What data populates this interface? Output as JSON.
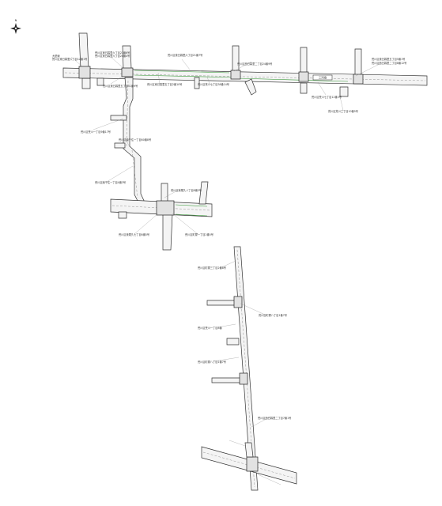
{
  "compass": {
    "letter": "N",
    "icon": "compass-rose-icon"
  },
  "labels": [
    "大型線",
    "荒川区東日暮里六丁目12番1号",
    "荒川区東日暮里六丁目23番6号",
    "荒川区東日暮里六丁目20番4号",
    "荒川区東日暮里六丁目21番7号",
    "荒川区西日暮里二丁目24番9号",
    "荒川区東日暮里五丁目5番1号",
    "荒川区西日暮里二丁目8番12号",
    "荒川区東日暮里五丁目2番10号",
    "荒川区東日暮里五丁目51番9号",
    "荒川区荒川七丁目38番14号",
    "荒川区荒川七丁目12番3号",
    "荒川区荒川三丁目10番5号",
    "荒川区荒川一丁目9番17号",
    "荒川区南千住一丁目60番8号",
    "荒川区南千住一丁目4番3号",
    "荒川区東尾久八丁目8番3号",
    "荒川区東尾久七丁目6番5号",
    "荒川区町屋一丁目2番5号",
    "荒川区町屋三丁目2番8号",
    "荒川区町屋八丁目1番7号",
    "荒川区荒川一丁目8番",
    "荒川区町屋八丁目1番7号",
    "荒川区西日暮里二丁目7番1号"
  ],
  "station_label": "三河島"
}
